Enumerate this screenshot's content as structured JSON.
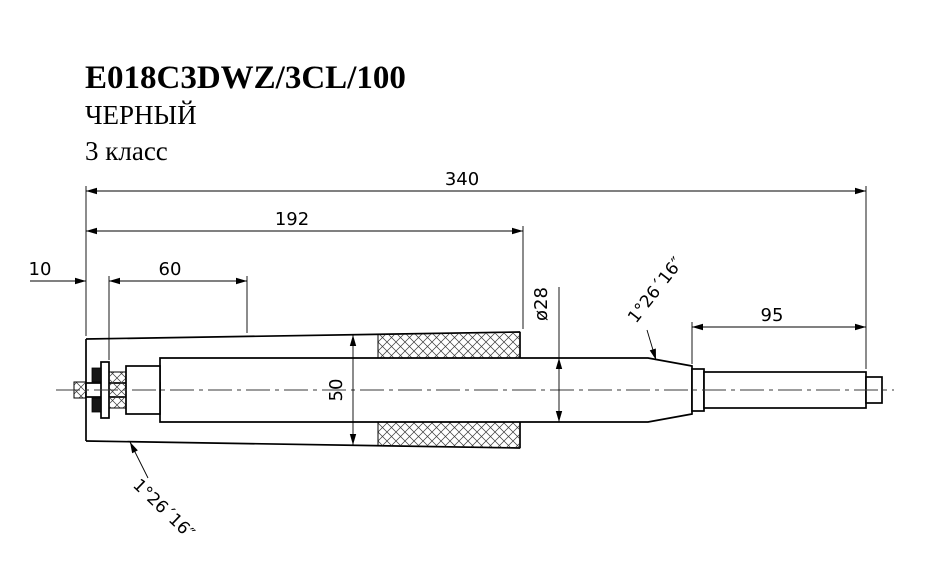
{
  "header": {
    "part_number": "E018C3DWZ/3CL/100",
    "color_label": "ЧЕРНЫЙ",
    "class_label": "3 класс"
  },
  "dimensions": {
    "overall_length": "340",
    "body_length": "192",
    "clip_length": "60",
    "tip_offset": "10",
    "rod_extension": "95",
    "piston_diameter": "ø28",
    "column_diameter": "50",
    "taper_angle_upper": "1°26´16″",
    "taper_angle_lower": "1°26´16″"
  },
  "colors": {
    "line": "#000000",
    "background": "#ffffff"
  }
}
